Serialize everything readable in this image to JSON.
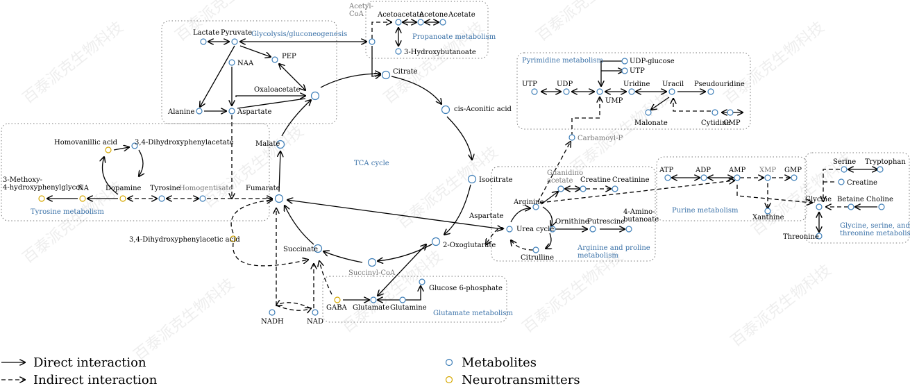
{
  "nodes": {
    "lactate": "Lactate",
    "pyruvate": "Pyruvate",
    "pep": "PEP",
    "naa": "NAA",
    "oxaloacetate": "Oxaloacetate",
    "alanine": "Alanine",
    "aspartate": "Aspartate",
    "acetyl_coa": "Acetyl-\nCoA",
    "acetoacetate": "Acetoacetate",
    "acetone": "Acetone",
    "acetate": "Acetate",
    "hydroxybutanoate": "3-Hydroxybutanoate",
    "citrate": "Citrate",
    "cis_aconitic": "cis-Aconitic acid",
    "isocitrate": "Isocitrate",
    "aspartate2": "Aspartate",
    "oxoglutarate": "2-Oxoglutarate",
    "succinyl_coa": "Succinyl-CoA",
    "succinate": "Succinate",
    "fumarate": "Fumarate",
    "malate": "Malate",
    "homovanillic": "Homovanillic acid",
    "dihydroxyphenylacetate": "3,4-Dihydroxyphenylacetate",
    "methoxy": "3-Methoxy-\n4-hydroxyphenylglycol",
    "na": "NA",
    "dopamine": "Dopamine",
    "tyrosine": "Tyrosine",
    "homogentisate": "Homogentisate",
    "dopac": "3,4-Dihydroxyphenylacetic acid",
    "nadh": "NADH",
    "nad": "NAD",
    "gaba": "GABA",
    "glutamate": "Glutamate",
    "glutamine": "Glutamine",
    "glucose6p": "Glucose 6-phosphate",
    "utp": "UTP",
    "udp": "UDP",
    "udp_glucose": "UDP-glucose",
    "utp2": "UTP",
    "ump": "UMP",
    "uridine": "Uridine",
    "uracil": "Uracil",
    "pseudouridine": "Pseudouridine",
    "malonate": "Malonate",
    "cytidine": "Cytidine",
    "cmp": "CMP",
    "carbamoyl_p": "Carbamoyl-P",
    "guanidinoacetate": "Guanidino\nacetate",
    "creatine": "Creatine",
    "creatinine": "Creatinine",
    "arginine": "Arginine",
    "ornithine": "Ornithine",
    "putrescine": "Putrescine",
    "aminobutanoate": "4-Amino-\nbutanoate",
    "urea_cycle": "Urea cycle",
    "citrulline": "Citrulline",
    "atp": "ATP",
    "adp": "ADP",
    "amp": "AMP",
    "xmp": "XMP",
    "gmp": "GMP",
    "xanthine": "Xanthine",
    "serine": "Serine",
    "tryptophan": "Tryptophan",
    "creatine2": "Creatine",
    "glycine": "Glycine",
    "betaine": "Betaine",
    "choline": "Choline",
    "threonine": "Threonine"
  },
  "groups": {
    "glycolysis": "Glycolysis/gluconeogenesis",
    "propanoate": "Propanoate metabolism",
    "tca": "TCA cycle",
    "tyrosine": "Tyrosine metabolism",
    "glutamate": "Glutamate metabolism",
    "pyrimidine": "Pyrimidine metabolism",
    "purine": "Purine metabolism",
    "arginine": "Arginine and proline\nmetabolism",
    "glycine": "Glycine, serine, and\nthreonine metabolism"
  },
  "legend": {
    "direct": "Direct interaction",
    "indirect": "Indirect interaction",
    "metabolites": "Metabolites",
    "neurotransmitters": "Neurotransmitters"
  },
  "watermark": "百泰派克生物科技",
  "colors": {
    "metabolite": "#3f7fb8",
    "neurotransmitter": "#d6a800",
    "group_label": "#3b72a8"
  }
}
